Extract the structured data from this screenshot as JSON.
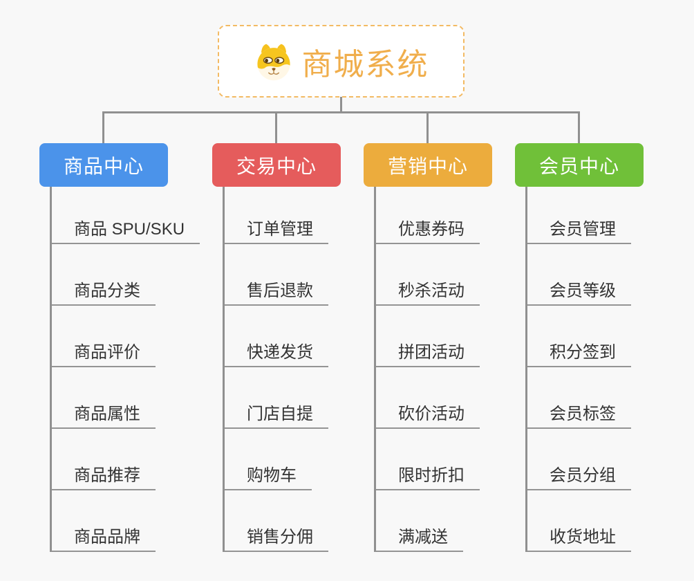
{
  "root": {
    "title": "商城系统",
    "icon": "dog-face-icon"
  },
  "branches": [
    {
      "label": "商品中心",
      "color": "#4B93EA",
      "children": [
        "商品 SPU/SKU",
        "商品分类",
        "商品评价",
        "商品属性",
        "商品推荐",
        "商品品牌"
      ]
    },
    {
      "label": "交易中心",
      "color": "#E55C5C",
      "children": [
        "订单管理",
        "售后退款",
        "快递发货",
        "门店自提",
        "购物车",
        "销售分佣"
      ]
    },
    {
      "label": "营销中心",
      "color": "#ECAC3D",
      "children": [
        "优惠券码",
        "秒杀活动",
        "拼团活动",
        "砍价活动",
        "限时折扣",
        "满减送"
      ]
    },
    {
      "label": "会员中心",
      "color": "#70C039",
      "children": [
        "会员管理",
        "会员等级",
        "积分签到",
        "会员标签",
        "会员分组",
        "收货地址"
      ]
    }
  ],
  "colors": {
    "connector": "#909090",
    "root_title": "#F0AE4C",
    "root_border": "#F3BA63",
    "background": "#F8F8F8"
  }
}
